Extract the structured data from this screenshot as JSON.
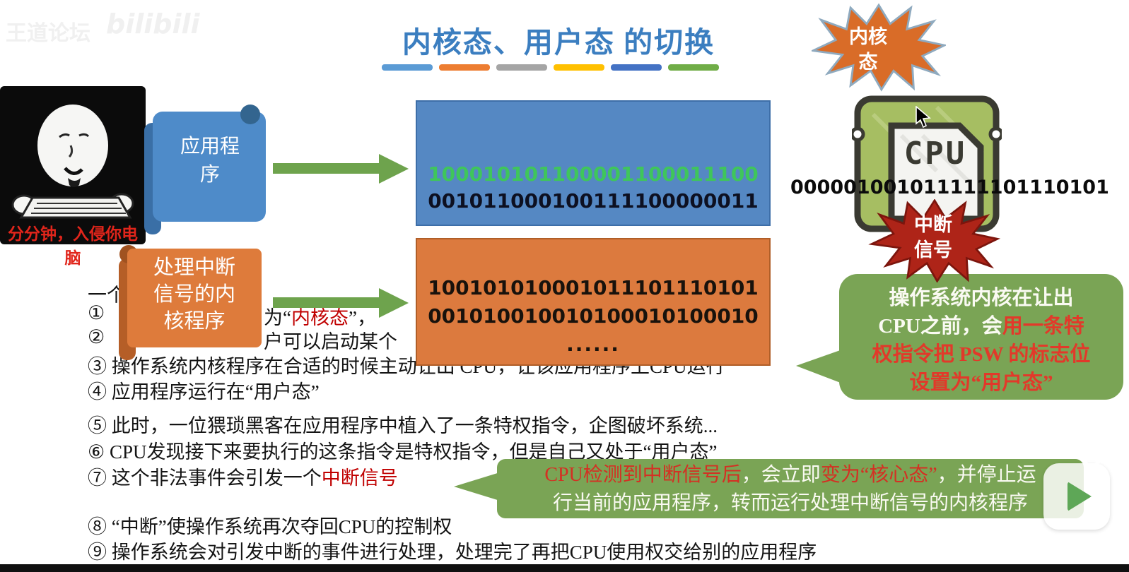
{
  "colors": {
    "red": "#C00000",
    "bubble_red": "#E2392A",
    "banner_red": "#D43023",
    "white": "#FAFAF2",
    "black": "#141414",
    "green_binary": "#3FC65B",
    "title_blue": "#3B7EC0",
    "bar_colors": [
      "#5B9BD5",
      "#ED7D31",
      "#A5A5A5",
      "#FFC000",
      "#4472C4",
      "#70AD47"
    ]
  },
  "watermarks": {
    "site": "王道论坛",
    "brand": "bilibili"
  },
  "title": "内核态、用户态 的切换",
  "meme": {
    "caption": "分分钟，入侵你电脑"
  },
  "app_scroll": {
    "line1": "应用程",
    "line2": "序"
  },
  "kernel_scroll": {
    "line1": "处理中断",
    "line2": "信号的内",
    "line3": "核程序"
  },
  "app_code_box": {
    "green_line": "100010101100001100011100",
    "black_line": "001011000100111100000011"
  },
  "kernel_code_box": {
    "line1": "100101010001011101110101",
    "line2": "001010010010100010100010",
    "line3": "......"
  },
  "kernel_mode_burst": {
    "line1": "内核",
    "line2": "态"
  },
  "cpu": {
    "label": "CPU",
    "binary": "000001001011111101110101"
  },
  "interrupt_burst": {
    "line1": "中断",
    "line2": "信号"
  },
  "psw_bubble": {
    "lines": [
      [
        {
          "t": "操作系统内核在让出",
          "c": "white"
        }
      ],
      [
        {
          "t": "CPU之前，会",
          "c": "white"
        },
        {
          "t": "用一条特",
          "c": "bubble_red"
        }
      ],
      [
        {
          "t": "权指令把 PSW 的标志位",
          "c": "bubble_red"
        }
      ],
      [
        {
          "t": "设置为“用户态”",
          "c": "bubble_red"
        }
      ]
    ]
  },
  "steps": {
    "intro": "一个",
    "s1_num": "①",
    "s1_frag": [
      {
        "t": "为“",
        "c": "black"
      },
      {
        "t": "内核态",
        "c": "red"
      },
      {
        "t": "”，",
        "c": "black"
      }
    ],
    "s2_num": "②",
    "s2_frag": "户可以启动某个",
    "s3": "③ 操作系统内核程序在合适的时候主动让出 CPU，让该应用程序上CPU运行",
    "s4": "④ 应用程序运行在“用户态”",
    "s5": "⑤ 此时，一位猥琐黑客在应用程序中植入了一条特权指令，企图破坏系统...",
    "s6": "⑥ CPU发现接下来要执行的这条指令是特权指令，但是自己又处于“用户态”",
    "s7": [
      {
        "t": "⑦ 这个非法事件会引发一个",
        "c": "black"
      },
      {
        "t": "中断信号",
        "c": "red"
      }
    ],
    "s8": "⑧ “中断”使操作系统再次夺回CPU的控制权",
    "s9": "⑨ 操作系统会对引发中断的事件进行处理，处理完了再把CPU使用权交给别的应用程序"
  },
  "interrupt_banner": {
    "lines": [
      [
        {
          "t": "CPU检测到中断信号后",
          "c": "banner_red"
        },
        {
          "t": "，会立即",
          "c": "white"
        },
        {
          "t": "变为“核心态”",
          "c": "banner_red"
        },
        {
          "t": "，并停止运",
          "c": "white"
        }
      ],
      [
        {
          "t": "行当前的应用程序，转而运行处理中断信号的内核程序",
          "c": "white"
        }
      ]
    ]
  }
}
